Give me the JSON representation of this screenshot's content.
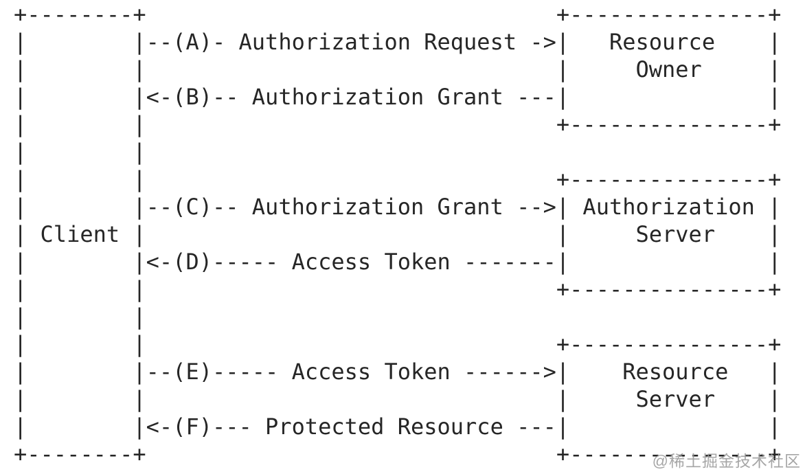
{
  "diagram": {
    "type": "ascii-flow",
    "entities": {
      "client": "Client",
      "resource_owner": "Resource Owner",
      "authorization_server": "Authorization Server",
      "resource_server": "Resource Server"
    },
    "flows": [
      {
        "step": "(A)",
        "label": "Authorization Request",
        "from": "Client",
        "to": "Resource Owner",
        "direction": "right"
      },
      {
        "step": "(B)",
        "label": "Authorization Grant",
        "from": "Resource Owner",
        "to": "Client",
        "direction": "left"
      },
      {
        "step": "(C)",
        "label": "Authorization Grant",
        "from": "Client",
        "to": "Authorization Server",
        "direction": "right"
      },
      {
        "step": "(D)",
        "label": "Access Token",
        "from": "Authorization Server",
        "to": "Client",
        "direction": "left"
      },
      {
        "step": "(E)",
        "label": "Access Token",
        "from": "Client",
        "to": "Resource Server",
        "direction": "right"
      },
      {
        "step": "(F)",
        "label": "Protected Resource",
        "from": "Resource Server",
        "to": "Client",
        "direction": "left"
      }
    ],
    "lines": [
      "+--------+                               +---------------+",
      "|        |--(A)- Authorization Request ->|   Resource    |",
      "|        |                               |     Owner     |",
      "|        |<-(B)-- Authorization Grant ---|               |",
      "|        |                               +---------------+",
      "|        |",
      "|        |                               +---------------+",
      "|        |--(C)-- Authorization Grant -->| Authorization |",
      "| Client |                               |     Server    |",
      "|        |<-(D)----- Access Token -------|               |",
      "|        |                               +---------------+",
      "|        |",
      "|        |                               +---------------+",
      "|        |--(E)----- Access Token ------>|    Resource   |",
      "|        |                               |     Server    |",
      "|        |<-(F)--- Protected Resource ---|               |",
      "+--------+                               +---------------+"
    ],
    "text_color": "#262626",
    "background_color": "#ffffff"
  },
  "watermark": {
    "text": "@稀土掘金技术社区",
    "color": "#969696"
  }
}
